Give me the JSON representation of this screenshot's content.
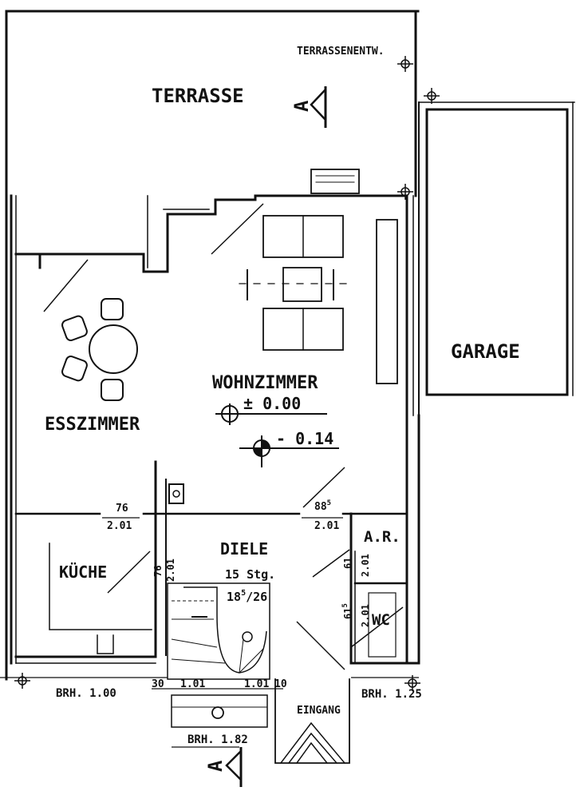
{
  "rooms": {
    "terrasse": "TERRASSE",
    "terrassenentw": "TERRASSENENTW.",
    "garage": "GARAGE",
    "wohnzimmer": "WOHNZIMMER",
    "esszimmer": "ESSZIMMER",
    "kueche": "KÜCHE",
    "diele": "DIELE",
    "ar": "A.R.",
    "wc": "WC",
    "eingang": "EINGANG"
  },
  "levels": {
    "main": "± 0.00",
    "lower": "- 0.14"
  },
  "stairs": {
    "count": "15 Stg.",
    "rise_base": "18",
    "rise_sup": "5",
    "rise_tail": "/26"
  },
  "openings": {
    "kitchen_door_top": "76",
    "kitchen_door_bottom": "2.01",
    "living_door_top": "88",
    "living_door_sup": "5",
    "living_door_bottom": "2.01",
    "diele_side_a": "76",
    "diele_side_b": "2.01",
    "ar_a": "61",
    "ar_b": "2.01",
    "wc_a": "61",
    "wc_sup": "5",
    "wc_b": "2.01"
  },
  "dimensions": {
    "left_30": "30",
    "left_101": "1.01",
    "right_101": "1.01",
    "right_10": "10",
    "brh_kitchen": "BRH. 1.00",
    "brh_wc": "BRH. 1.25",
    "brh_stair": "BRH. 1.82"
  },
  "section_marks": {
    "top": "A",
    "bottom": "A"
  }
}
